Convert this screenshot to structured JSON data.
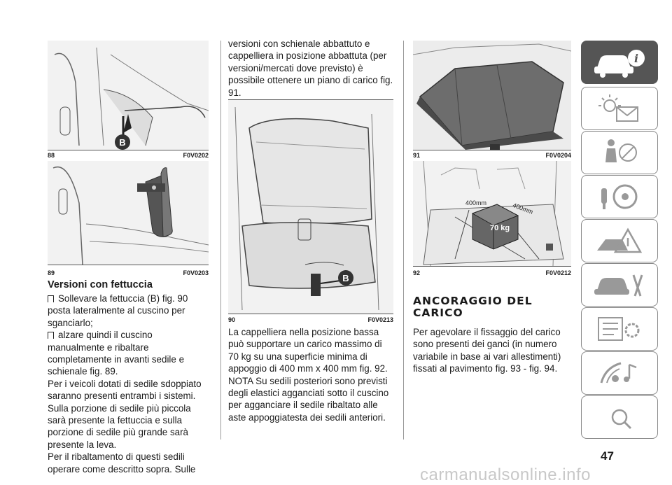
{
  "figures": {
    "f88": {
      "num": "88",
      "code": "F0V0202"
    },
    "f89": {
      "num": "89",
      "code": "F0V0203"
    },
    "f90": {
      "num": "90",
      "code": "F0V0213"
    },
    "f91": {
      "num": "91",
      "code": "F0V0204"
    },
    "f92": {
      "num": "92",
      "code": "F0V0212"
    }
  },
  "callouts": {
    "b1": "B",
    "b2": "B",
    "dim1": "400mm",
    "dim2": "400mm",
    "load": "70 kg"
  },
  "col1": {
    "heading": "Versioni con fettuccia",
    "bullet1": "Sollevare la fettuccia (B) fig. 90 posta lateralmente al cuscino per sganciarlo;",
    "bullet2": "alzare quindi il cuscino manualmente e ribaltare completamente in avanti sedile e schienale fig. 89.",
    "para1": "Per i veicoli dotati di sedile sdoppiato saranno presenti entrambi i sistemi.",
    "para2": "Sulla porzione di sedile più piccola sarà presente la fettuccia e sulla porzione di sedile più grande sarà presente la leva.",
    "para3": "Per il ribaltamento di questi sedili operare come descritto sopra. Sulle"
  },
  "col2": {
    "top": "versioni con schienale abbattuto e cappelliera in posizione abbattuta (per versioni/mercati dove previsto) è possibile ottenere un piano di carico fig. 91.",
    "para1": "La cappelliera nella posizione bassa può supportare un carico massimo di 70 kg su una superficie minima di appoggio di 400 mm x 400 mm fig. 92.",
    "para2": "NOTA Su sedili posteriori sono previsti degli elastici agganciati sotto il cuscino per agganciare il sedile ribaltato alle aste appoggiatesta dei sedili anteriori."
  },
  "col3": {
    "heading": "ANCORAGGIO DEL CARICO",
    "para": "Per agevolare il fissaggio del carico sono presenti dei ganci (in numero variabile in base ai vari allestimenti) fissati al pavimento fig. 93 - fig. 94."
  },
  "tabs": [
    {
      "icon": "car-info-icon",
      "active": true
    },
    {
      "icon": "warning-light-mail-icon",
      "active": false
    },
    {
      "icon": "airbag-seat-icon",
      "active": false
    },
    {
      "icon": "steering-key-icon",
      "active": false
    },
    {
      "icon": "road-warning-icon",
      "active": false
    },
    {
      "icon": "car-service-tools-icon",
      "active": false
    },
    {
      "icon": "specs-gear-icon",
      "active": false
    },
    {
      "icon": "multimedia-icon",
      "active": false
    },
    {
      "icon": "alphabetical-index-icon",
      "active": false
    }
  ],
  "page_number": "47",
  "watermark": "carmanualsonline.info",
  "colors": {
    "tab_active": "#555555",
    "tab_border": "#888888",
    "callout": "#333333"
  }
}
